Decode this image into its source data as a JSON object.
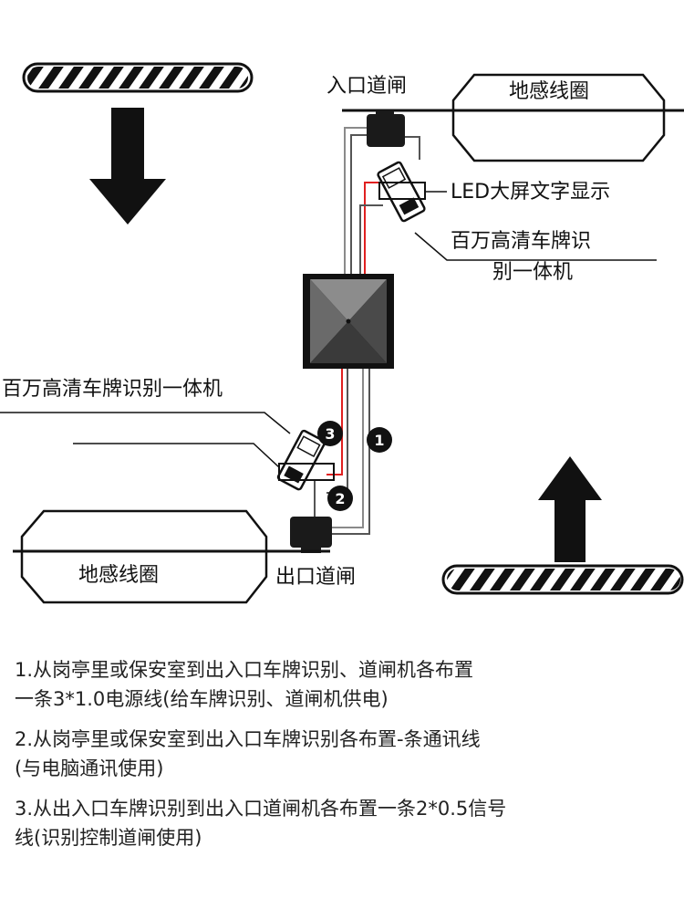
{
  "diagram": {
    "labels": {
      "entry_gate": "入口道闸",
      "entry_loop": "地感线圈",
      "led_screen": "LED大屏文字显示",
      "entry_camera_line1": "百万高清车牌识",
      "entry_camera_line2": "别一体机",
      "exit_camera": "百万高清车牌识别一体机",
      "exit_loop": "地感线圈",
      "exit_gate": "出口道闸"
    },
    "markers": [
      "1",
      "2",
      "3"
    ],
    "colors": {
      "wire_red": "#e02020",
      "wire_gray": "#8a8a8a",
      "box_dark": "#1a1a1a",
      "stripe": "#111111"
    },
    "directions": {
      "left_lane": "down",
      "right_lane": "up"
    }
  },
  "notes": [
    {
      "line1": "1.从岗亭里或保安室到出入口车牌识别、道闸机各布置",
      "line2": "一条3*1.0电源线(给车牌识别、道闸机供电)"
    },
    {
      "line1": "2.从岗亭里或保安室到出入口车牌识别各布置-条通讯线",
      "line2": "(与电脑通讯使用)"
    },
    {
      "line1": "3.从出入口车牌识别到出入口道闸机各布置一条2*0.5信号",
      "line2": "线(识别控制道闸使用)"
    }
  ]
}
